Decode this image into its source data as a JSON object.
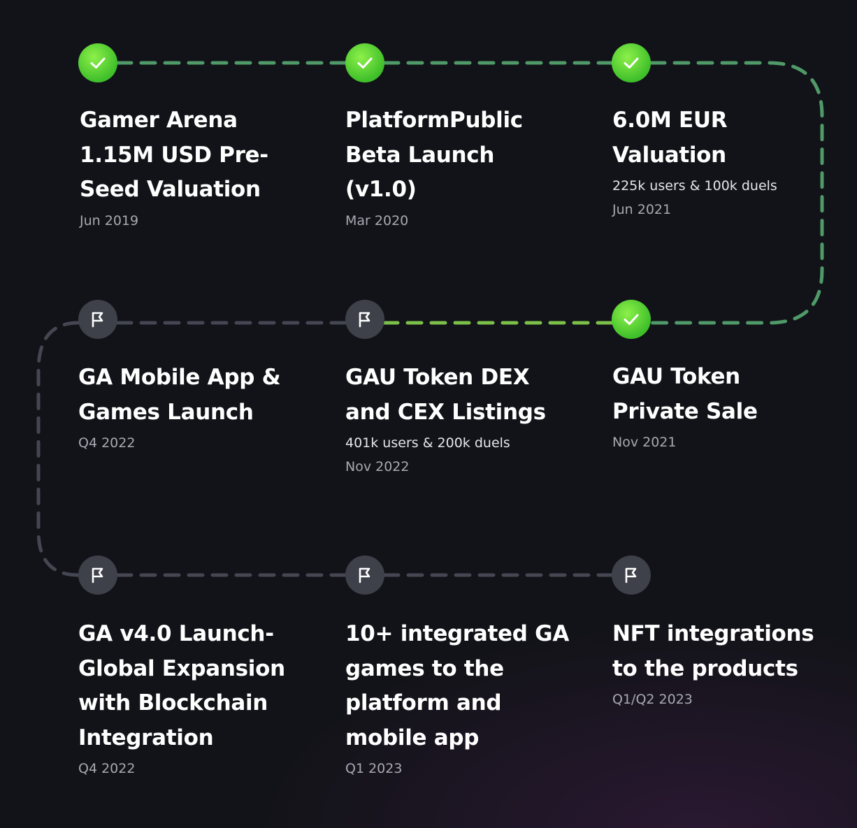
{
  "colors": {
    "done_dash": "#4f9a68",
    "done_dash_lime": "#7cc04a",
    "todo_dash": "#444652",
    "done_node": "#5fd63a",
    "todo_node": "#3e404a"
  },
  "milestones": [
    {
      "title": "Gamer Arena 1.15M USD Pre-Seed Valuation",
      "stats": "",
      "date": "Jun 2019",
      "status": "done",
      "icon": "check-icon"
    },
    {
      "title": "PlatformPublic Beta Launch (v1.0)",
      "stats": "",
      "date": "Mar 2020",
      "status": "done",
      "icon": "check-icon"
    },
    {
      "title": "6.0M EUR Valuation",
      "stats": "225k users &  100k duels",
      "date": "Jun 2021",
      "status": "done",
      "icon": "check-icon"
    },
    {
      "title": "GA Mobile App & Games Launch",
      "stats": "",
      "date": "Q4 2022",
      "status": "todo",
      "icon": "flag-icon"
    },
    {
      "title": "GAU Token DEX and CEX Listings",
      "stats": "401k users &  200k duels",
      "date": "Nov 2022",
      "status": "todo",
      "icon": "flag-icon"
    },
    {
      "title": "GAU Token Private Sale",
      "stats": "",
      "date": "Nov 2021",
      "status": "done",
      "icon": "check-icon"
    },
    {
      "title": "GA v4.0 Launch-Global Expansion with Blockchain Integration",
      "stats": "",
      "date": "Q4 2022",
      "status": "todo",
      "icon": "flag-icon"
    },
    {
      "title": "10+ integrated GA games to the platform and mobile app",
      "stats": "",
      "date": "Q1 2023",
      "status": "todo",
      "icon": "flag-icon"
    },
    {
      "title": "NFT integrations to the products",
      "stats": "",
      "date": "Q1/Q2 2023",
      "status": "todo",
      "icon": "flag-icon"
    }
  ]
}
